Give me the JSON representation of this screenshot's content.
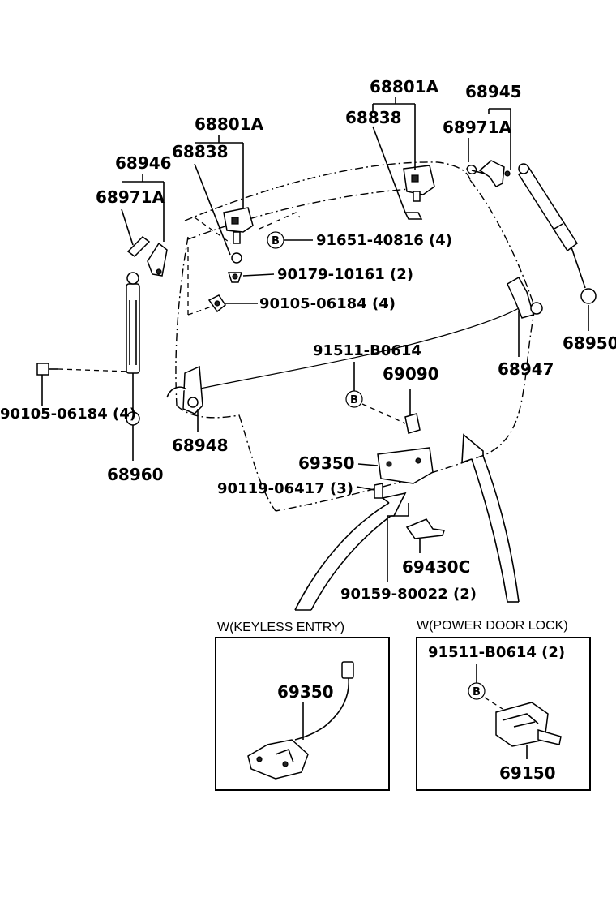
{
  "labels": {
    "p68801a_right": "68801A",
    "p68945": "68945",
    "p68838_right": "68838",
    "p68971a_right": "68971A",
    "p68801a_left": "68801A",
    "p68838_left": "68838",
    "p68946": "68946",
    "p68971a_left": "68971A",
    "p91651": "91651-40816 (4)",
    "p90179": "90179-10161 (2)",
    "p90105_upper": "90105-06184 (4)",
    "p68950": "68950",
    "p91511_main": "91511-B0614",
    "p69090": "69090",
    "p68947": "68947",
    "p90105_left": "90105-06184 (4)",
    "p68948": "68948",
    "p69350_main": "69350",
    "p68960": "68960",
    "p90119": "90119-06417 (3)",
    "p69430c": "69430C",
    "p90159": "90159-80022 (2)",
    "b_marker": "B"
  },
  "insets": {
    "keyless": {
      "caption": "W(KEYLESS ENTRY)",
      "part": "69350"
    },
    "power_lock": {
      "caption": "W(POWER DOOR LOCK)",
      "bolt": "91511-B0614 (2)",
      "part": "69150"
    }
  }
}
